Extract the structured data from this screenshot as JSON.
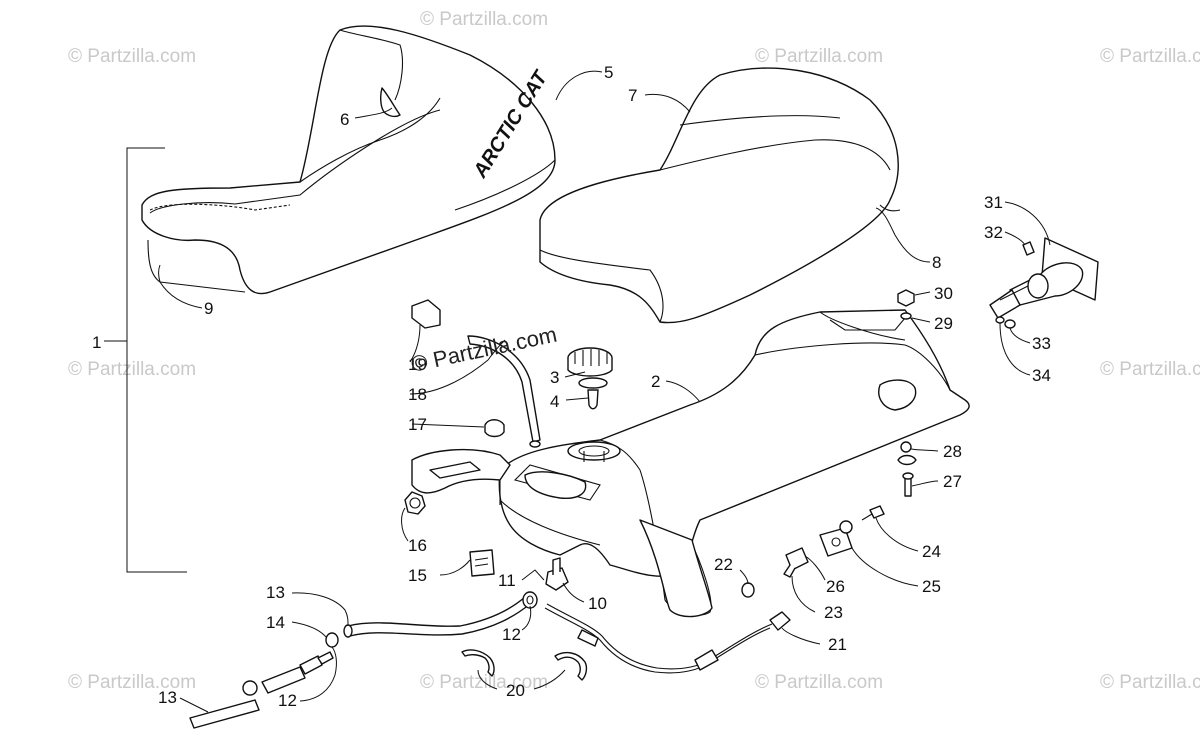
{
  "diagram": {
    "brand_on_seat": "ARCTIC CAT",
    "watermark_main": "© Partzilla.com",
    "watermark_small": "© Partzilla.com",
    "callouts": {
      "c1": "1",
      "c2": "2",
      "c3": "3",
      "c4": "4",
      "c5": "5",
      "c6": "6",
      "c7": "7",
      "c8": "8",
      "c9": "9",
      "c10": "10",
      "c11": "11",
      "c12a": "12",
      "c12b": "12",
      "c13a": "13",
      "c13b": "13",
      "c14": "14",
      "c15": "15",
      "c16": "16",
      "c17": "17",
      "c18": "18",
      "c19": "19",
      "c20": "20",
      "c21": "21",
      "c22": "22",
      "c23": "23",
      "c24": "24",
      "c25": "25",
      "c26": "26",
      "c27": "27",
      "c28": "28",
      "c29": "29",
      "c30": "30",
      "c31": "31",
      "c32": "32",
      "c33": "33",
      "c34": "34"
    }
  }
}
